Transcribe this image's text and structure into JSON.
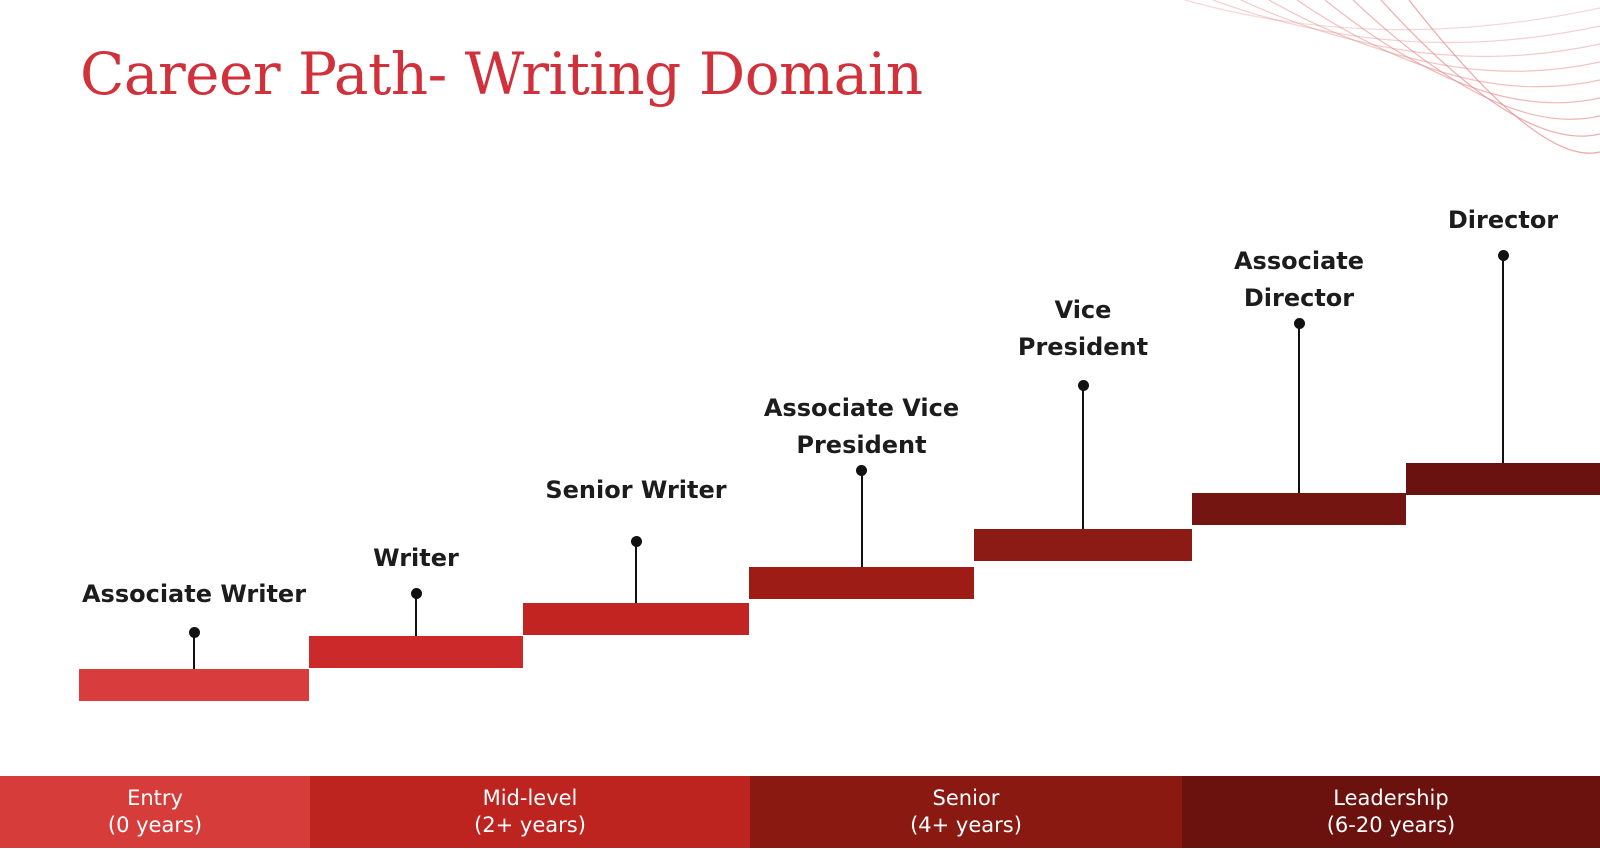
{
  "title": "Career Path- Writing Domain",
  "colors": {
    "title": "#d1313b",
    "label": "#1c1c1c",
    "marker": "#111111",
    "decor_lines": "#e58a8a"
  },
  "steps": [
    {
      "label_lines": [
        "Associate Writer"
      ],
      "color": "#d93c3c"
    },
    {
      "label_lines": [
        "Writer"
      ],
      "color": "#cc2a2a"
    },
    {
      "label_lines": [
        "Senior Writer"
      ],
      "color": "#c22421"
    },
    {
      "label_lines": [
        "Associate Vice",
        "President"
      ],
      "color": "#9e1c16"
    },
    {
      "label_lines": [
        "Vice",
        "President"
      ],
      "color": "#8c1b16"
    },
    {
      "label_lines": [
        "Associate",
        "Director"
      ],
      "color": "#741511"
    },
    {
      "label_lines": [
        "Director"
      ],
      "color": "#6a1210"
    }
  ],
  "bands": [
    {
      "name": "Entry",
      "years": "(0 years)",
      "color": "#d63d3a"
    },
    {
      "name": "Mid-level",
      "years": "(2+  years)",
      "color": "#bd231f"
    },
    {
      "name": "Senior",
      "years": "(4+ years)",
      "color": "#8a1912"
    },
    {
      "name": "Leadership",
      "years": "(6-20 years)",
      "color": "#6b110e"
    }
  ]
}
